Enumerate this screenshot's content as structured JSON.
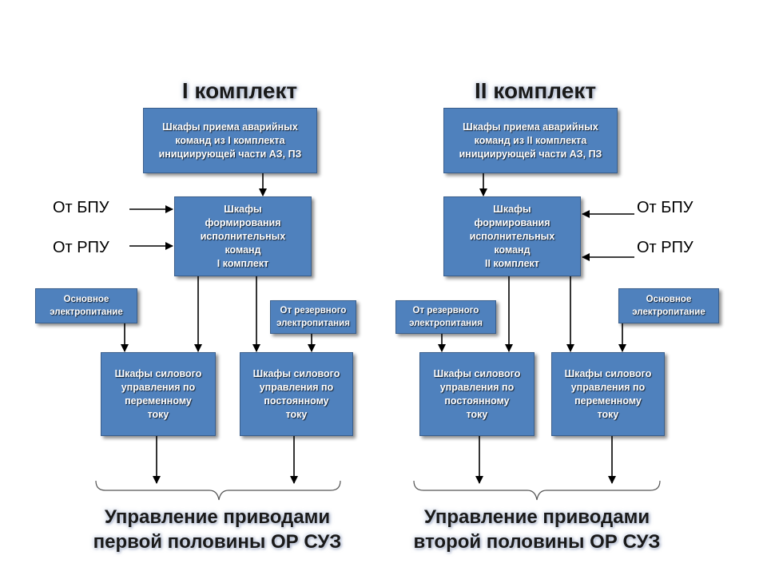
{
  "left": {
    "title": "I комплект",
    "reception": "Шкафы приема аварийных\nкоманд из I комплекта\nинициирующей части АЗ, ПЗ",
    "formation": "Шкафы\nформирования\nисполнительных\nкоманд\nI комплект",
    "from_bpu": "От БПУ",
    "from_rpu": "От РПУ",
    "main_power": "Основное\nэлектропитание",
    "reserve_power": "От резервного\nэлектропитания",
    "ac_control": "Шкафы силового\nуправления по\nпеременному\nтоку",
    "dc_control": "Шкафы силового\nуправления по\nпостоянному\nтоку",
    "bottom": "Управление приводами\nпервой половины ОР СУЗ"
  },
  "right": {
    "title": "II комплект",
    "reception": "Шкафы приема аварийных\nкоманд из II комплекта\nинициирующей части АЗ, ПЗ",
    "formation": "Шкафы\nформирования\nисполнительных\nкоманд\nII комплект",
    "from_bpu": "От БПУ",
    "from_rpu": "От РПУ",
    "reserve_power": "От резервного\nэлектропитания",
    "main_power": "Основное\nэлектропитание",
    "dc_control": "Шкафы силового\nуправления по\nпостоянному\nтоку",
    "ac_control": "Шкафы силового\nуправления по\nпеременному\nтоку",
    "bottom": "Управление приводами\nвторой половины ОР СУЗ"
  },
  "colors": {
    "box_fill": "#4f81bd",
    "box_border": "#395e8c",
    "text_on_box": "#ffffff",
    "wire": "#000000"
  }
}
